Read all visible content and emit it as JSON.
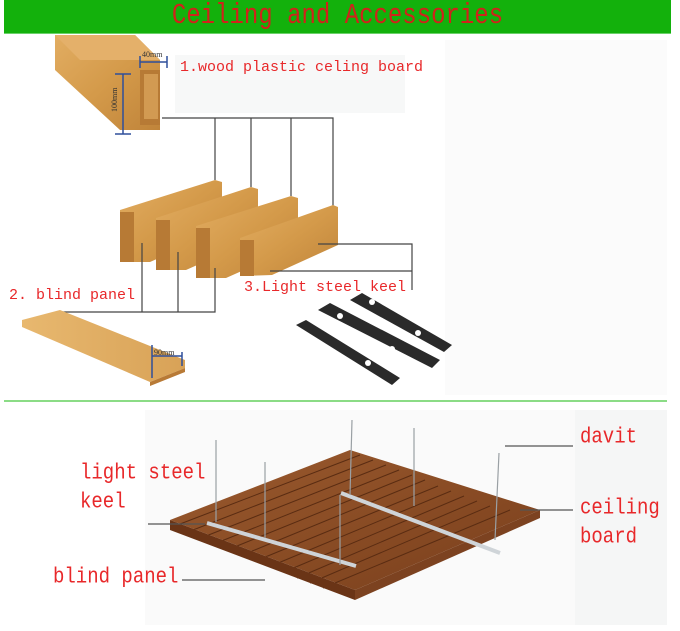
{
  "header": {
    "title": "Ceiling and Accessories",
    "background": "#13b10c",
    "title_color": "#d1221b"
  },
  "top_section": {
    "components": [
      {
        "id": "1",
        "label": "1.wood plastic celing board",
        "dimensions": {
          "width": "40mm",
          "height": "100mm"
        }
      },
      {
        "id": "2",
        "label": "2. blind panel",
        "dimensions": {
          "width": "90mm"
        }
      },
      {
        "id": "3",
        "label": "3.Light steel keel"
      }
    ]
  },
  "bottom_section": {
    "callouts": [
      {
        "name": "light-steel-keel",
        "label": "light steel\nkeel"
      },
      {
        "name": "blind-panel",
        "label": "blind panel"
      },
      {
        "name": "davit",
        "label": "davit"
      },
      {
        "name": "ceiling-board",
        "label": "ceiling\nboard"
      }
    ]
  },
  "colors": {
    "label_red": "#e8282a",
    "divider_green": "#8bdc86",
    "wood": "#d49a4a",
    "wood_dark": "#8a4a22",
    "keel_black": "#2a2a2a",
    "dimension_blue": "#2f4f9a"
  }
}
